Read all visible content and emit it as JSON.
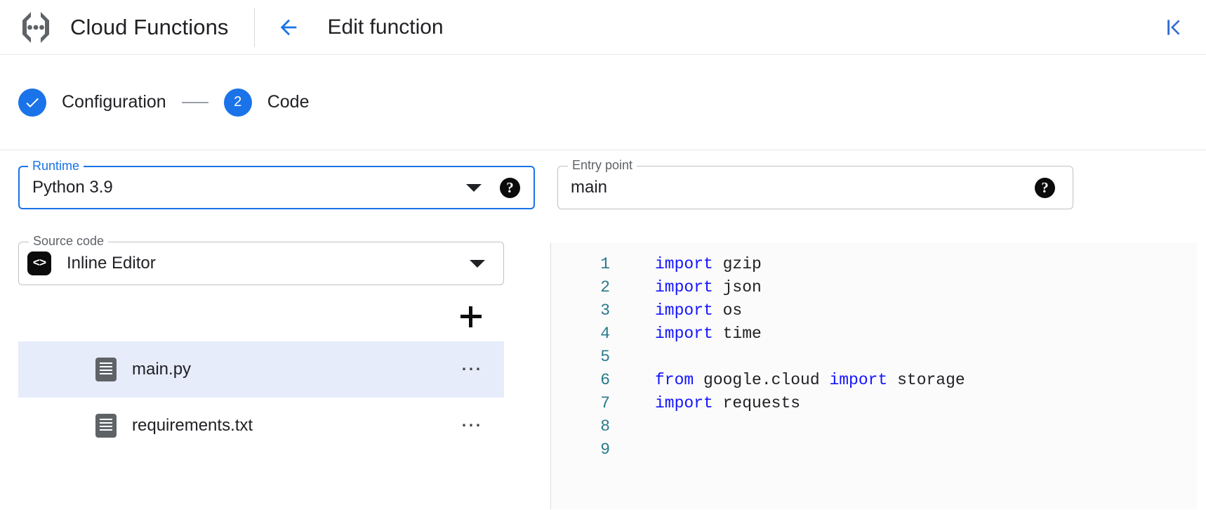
{
  "header": {
    "logo_icon": "cloud-functions-logo",
    "brand": "Cloud Functions",
    "back_icon": "arrow-left-icon",
    "page_title": "Edit function",
    "collapse_icon": "collapse-panel-icon",
    "accent_color": "#1a73e8"
  },
  "stepper": {
    "steps": [
      {
        "marker": "✓",
        "label": "Configuration",
        "state": "completed"
      },
      {
        "marker": "2",
        "label": "Code",
        "state": "active"
      }
    ],
    "connector": "—"
  },
  "form": {
    "runtime": {
      "legend": "Runtime",
      "value": "Python 3.9",
      "focused": true,
      "dropdown_icon": "chevron-down-icon",
      "help_icon": "help-circle-icon"
    },
    "entry_point": {
      "legend": "Entry point",
      "value": "main",
      "placeholder": "Entry point",
      "focused": false,
      "help_icon": "help-circle-icon"
    },
    "source_code": {
      "legend": "Source code",
      "value": "Inline Editor",
      "chip_icon": "code-brackets-icon",
      "chip_label": "<>",
      "dropdown_icon": "chevron-down-icon"
    }
  },
  "files": {
    "add_icon": "plus-icon",
    "items": [
      {
        "name": "main.py",
        "icon": "file-icon",
        "selected": true,
        "menu_icon": "more-horizontal-icon",
        "menu_label": "⋯"
      },
      {
        "name": "requirements.txt",
        "icon": "file-icon",
        "selected": false,
        "menu_icon": "more-horizontal-icon",
        "menu_label": "⋯"
      }
    ]
  },
  "editor": {
    "filename": "main.py",
    "language": "python",
    "lines": [
      {
        "n": "1",
        "tokens": [
          {
            "t": "import",
            "c": "kw"
          },
          {
            "t": " gzip",
            "c": "id"
          }
        ]
      },
      {
        "n": "2",
        "tokens": [
          {
            "t": "import",
            "c": "kw"
          },
          {
            "t": " json",
            "c": "id"
          }
        ]
      },
      {
        "n": "3",
        "tokens": [
          {
            "t": "import",
            "c": "kw"
          },
          {
            "t": " os",
            "c": "id"
          }
        ]
      },
      {
        "n": "4",
        "tokens": [
          {
            "t": "import",
            "c": "kw"
          },
          {
            "t": " time",
            "c": "id"
          }
        ]
      },
      {
        "n": "5",
        "tokens": []
      },
      {
        "n": "6",
        "tokens": [
          {
            "t": "from",
            "c": "kw"
          },
          {
            "t": " google.cloud ",
            "c": "id"
          },
          {
            "t": "import",
            "c": "kw"
          },
          {
            "t": " storage",
            "c": "id"
          }
        ]
      },
      {
        "n": "7",
        "tokens": [
          {
            "t": "import",
            "c": "kw"
          },
          {
            "t": " requests",
            "c": "id"
          }
        ]
      },
      {
        "n": "8",
        "tokens": []
      },
      {
        "n": "9",
        "tokens": []
      }
    ]
  },
  "colors": {
    "accent": "#1a73e8",
    "selected_row": "#e6ecfa",
    "keyword": "#1414ff",
    "line_number": "#2b7a8c",
    "border": "#bdc1c6"
  }
}
